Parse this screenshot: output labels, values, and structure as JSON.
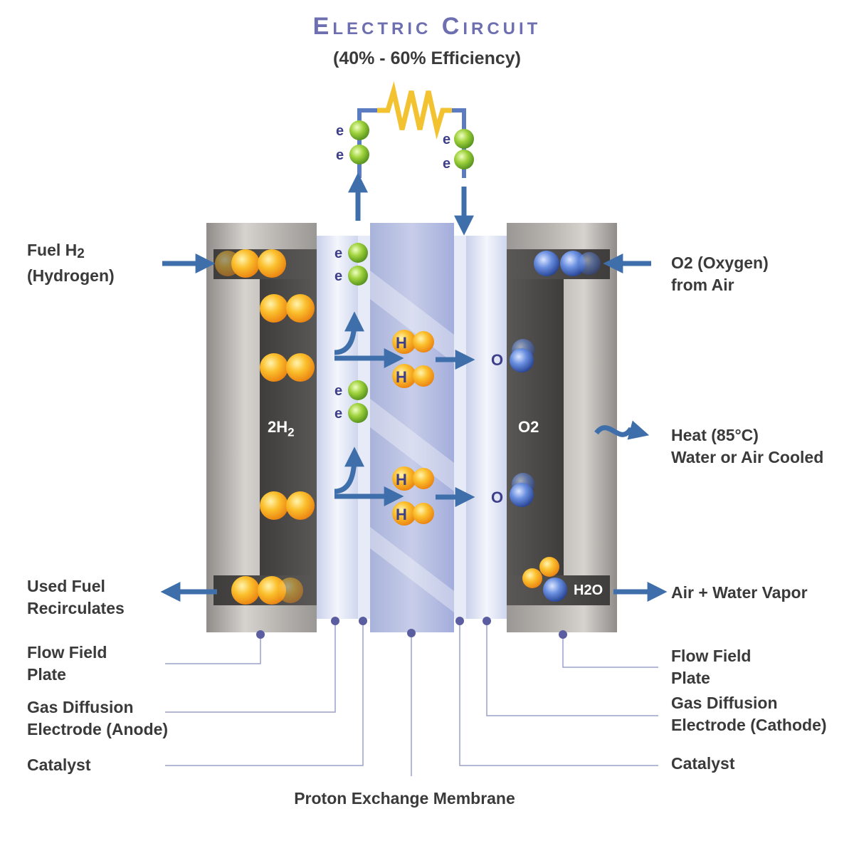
{
  "title": "Electric Circuit",
  "subtitle": "(40% - 60% Efficiency)",
  "labels": {
    "fuel_h2_line1": "Fuel H",
    "fuel_h2_sub": "2",
    "fuel_h2_line2": "(Hydrogen)",
    "o2_line1": "O2 (Oxygen)",
    "o2_line2": "from Air",
    "heat_line1": "Heat (85°C)",
    "heat_line2": "Water or Air Cooled",
    "used_fuel_line1": "Used Fuel",
    "used_fuel_line2": "Recirculates",
    "air_water": "Air + Water Vapor",
    "flow_field_left_line1": "Flow Field",
    "flow_field_left_line2": "Plate",
    "gde_anode_line1": "Gas Diffusion",
    "gde_anode_line2": "Electrode (Anode)",
    "catalyst_left": "Catalyst",
    "flow_field_right_line1": "Flow Field",
    "flow_field_right_line2": "Plate",
    "gde_cathode_line1": "Gas Diffusion",
    "gde_cathode_line2": "Electrode (Cathode)",
    "catalyst_right": "Catalyst",
    "pem": "Proton Exchange Membrane"
  },
  "inner": {
    "anode_gas": "2H",
    "anode_gas_sub": "2",
    "cathode_gas": "O2",
    "water": "H2O"
  },
  "particles": {
    "electron": "e",
    "hydrogen": "H",
    "oxygen": "O"
  },
  "colors": {
    "title": "#6d6fb0",
    "text": "#3a3a3a",
    "arrow": "#3f6fab",
    "plate": "#a9a6a2",
    "channel": "#4f4d4b",
    "membrane": "#b7bfe0",
    "electrode": "#dfe4f4",
    "hydrogen": "#f6a21e",
    "oxygen": "#4a6fc4",
    "electron": "#8fc43a",
    "resistor": "#f2c230"
  }
}
